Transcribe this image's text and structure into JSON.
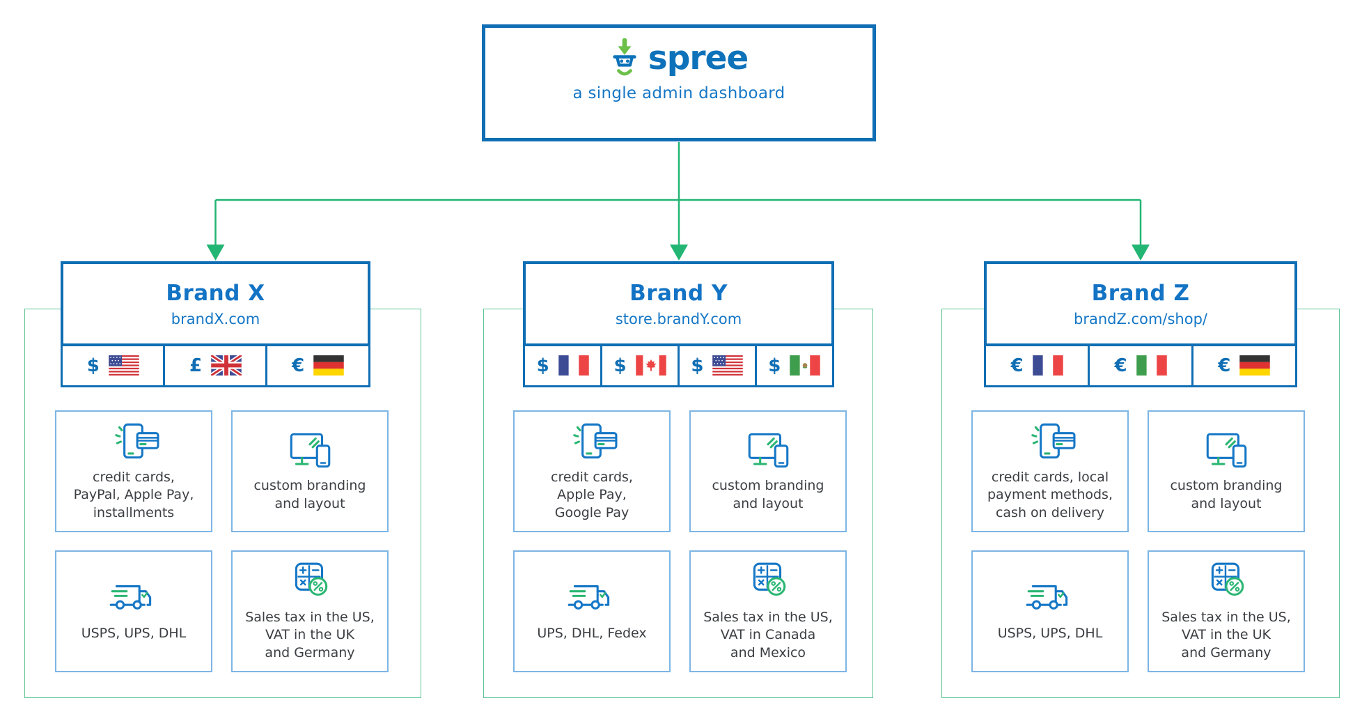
{
  "header": {
    "logo_text": "spree",
    "subtitle": "a single admin dashboard"
  },
  "colors": {
    "primary_blue": "#0f6eb4",
    "title_blue": "#1373c4",
    "connector_green": "#22b573",
    "container_green_border": "#5ec493",
    "feature_box_border": "#7db5e4",
    "spree_logo_green": "#6cc04a",
    "feature_text": "#3b3e42"
  },
  "icons": {
    "logo": "spree-cart-icon",
    "payments": "payments-icon",
    "branding": "branding-icon",
    "shipping": "shipping-icon",
    "tax": "tax-icon"
  },
  "brands": [
    {
      "title": "Brand X",
      "domain": "brandX.com",
      "currencies": [
        {
          "symbol": "$",
          "flag": "us"
        },
        {
          "symbol": "£",
          "flag": "uk"
        },
        {
          "symbol": "€",
          "flag": "de"
        }
      ],
      "features": [
        {
          "icon": "payments-icon",
          "label": "credit cards,\nPayPal, Apple Pay,\ninstallments"
        },
        {
          "icon": "branding-icon",
          "label": "custom branding\nand layout"
        },
        {
          "icon": "shipping-icon",
          "label": "USPS, UPS, DHL"
        },
        {
          "icon": "tax-icon",
          "label": "Sales tax in the US,\nVAT in the UK\nand Germany"
        }
      ]
    },
    {
      "title": "Brand Y",
      "domain": "store.brandY.com",
      "currencies": [
        {
          "symbol": "$",
          "flag": "fr"
        },
        {
          "symbol": "$",
          "flag": "ca"
        },
        {
          "symbol": "$",
          "flag": "us"
        },
        {
          "symbol": "$",
          "flag": "mx"
        }
      ],
      "features": [
        {
          "icon": "payments-icon",
          "label": "credit cards,\nApple Pay,\nGoogle Pay"
        },
        {
          "icon": "branding-icon",
          "label": "custom branding\nand layout"
        },
        {
          "icon": "shipping-icon",
          "label": "UPS, DHL, Fedex"
        },
        {
          "icon": "tax-icon",
          "label": "Sales tax in the US,\nVAT in Canada\nand Mexico"
        }
      ]
    },
    {
      "title": "Brand Z",
      "domain": "brandZ.com/shop/",
      "currencies": [
        {
          "symbol": "€",
          "flag": "fr"
        },
        {
          "symbol": "€",
          "flag": "it"
        },
        {
          "symbol": "€",
          "flag": "de"
        }
      ],
      "features": [
        {
          "icon": "payments-icon",
          "label": "credit cards, local\npayment methods,\ncash on delivery"
        },
        {
          "icon": "branding-icon",
          "label": "custom branding\nand layout"
        },
        {
          "icon": "shipping-icon",
          "label": "USPS, UPS, DHL"
        },
        {
          "icon": "tax-icon",
          "label": "Sales tax in the US,\nVAT in the UK\nand Germany"
        }
      ]
    }
  ]
}
